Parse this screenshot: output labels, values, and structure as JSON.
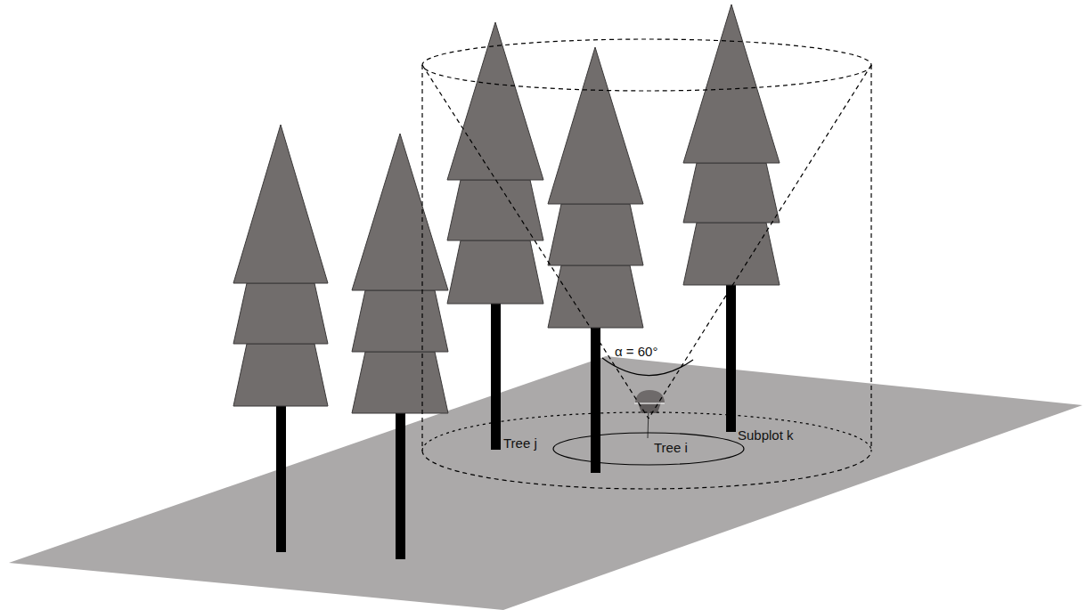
{
  "diagram": {
    "labels": [
      "α = 60°",
      "Tree j",
      "Tree i",
      "Subplot k"
    ]
  }
}
